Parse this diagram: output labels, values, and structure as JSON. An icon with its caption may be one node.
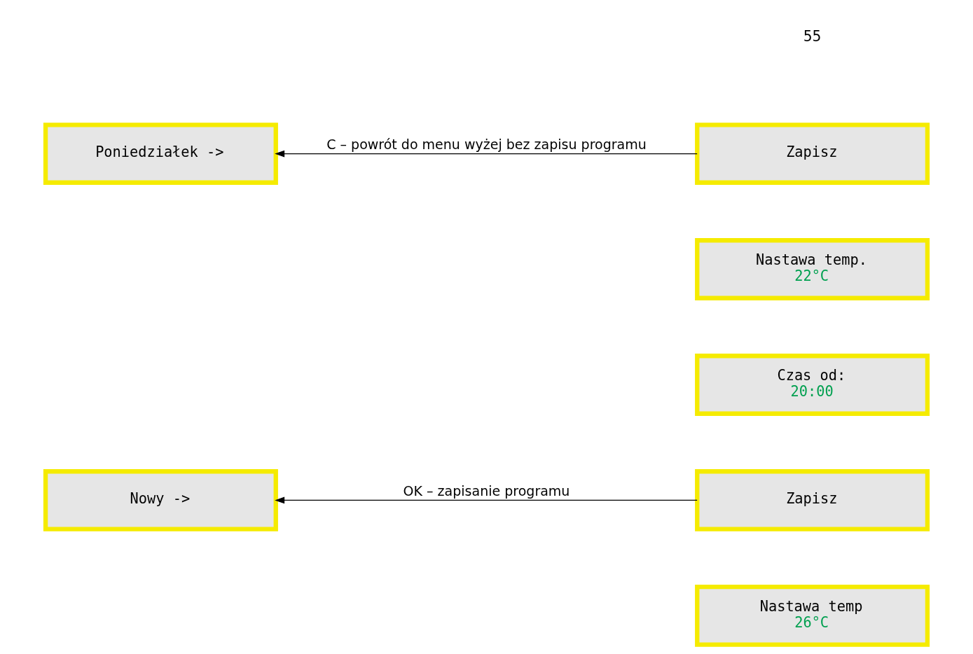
{
  "diagram": {
    "nodes": [
      {
        "text": [
          "Nastawa temp",
          "26°C"
        ]
      },
      {
        "text": [
          "Zapisz"
        ]
      },
      {
        "text": [
          "Nowy ->"
        ]
      },
      {
        "text": [
          "Czas od:",
          "20:00"
        ]
      },
      {
        "text": [
          "Nastawa temp.",
          "22°C"
        ]
      },
      {
        "text": [
          "Poniedziałek ->"
        ]
      },
      {
        "text": [
          "Zapisz"
        ]
      }
    ],
    "edges": [
      {
        "from": 1,
        "to": 2,
        "arrow": "to",
        "label": "OK – zapisanie programu"
      },
      {
        "from": 6,
        "to": 5,
        "arrow": "to",
        "label": "C – powrót do menu wyżej bez zapisu programu"
      }
    ],
    "labels": [
      "55"
    ]
  }
}
